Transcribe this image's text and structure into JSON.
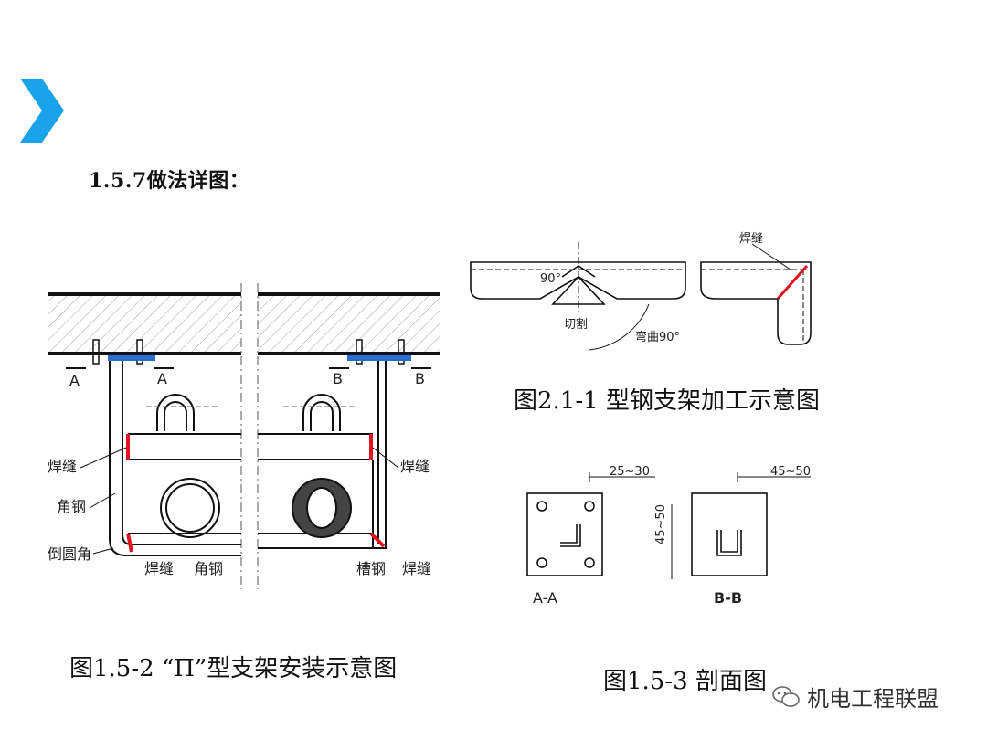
{
  "heading": "1.5.7做法详图：",
  "colors": {
    "accent": "#1aa3e8",
    "weld": "#e0141e",
    "plate": "#2a6fcf"
  },
  "figure_left": {
    "caption": "图1.5-2 “Π”型支架安装示意图",
    "section_marks": [
      "A",
      "A",
      "B",
      "B"
    ],
    "labels": {
      "weld_left_top": "焊缝",
      "angle_steel_left": "角钢",
      "round_corner": "倒圆角",
      "weld_left_bottom": "焊缝",
      "angle_steel_bottom": "角钢",
      "weld_right_top": "焊缝",
      "channel_steel": "槽钢",
      "weld_right_bottom": "焊缝"
    }
  },
  "figure_top": {
    "caption": "图2.1-1 型钢支架加工示意图",
    "labels": {
      "angle": "90°",
      "cut": "切割",
      "bend": "弯曲90°",
      "weld": "焊缝"
    }
  },
  "figure_section": {
    "caption": "图1.5-3 剖面图",
    "a_dim": "25~30",
    "b_dim_top": "45~50",
    "b_dim_side": "45~50",
    "a_label": "A-A",
    "b_label": "B-B"
  },
  "watermark": {
    "text": "机电工程联盟",
    "icon": "wechat-icon"
  }
}
